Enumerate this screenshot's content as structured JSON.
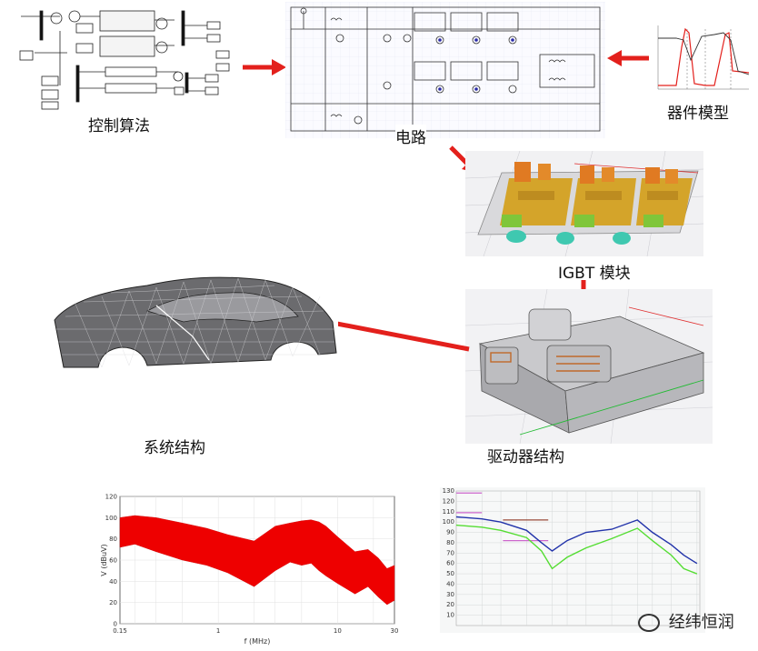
{
  "captions": {
    "control": "控制算法",
    "circuit": "电路",
    "device": "器件模型",
    "igbt": "IGBT 模块",
    "system": "系统结构",
    "driver": "驱动器结构"
  },
  "watermark": "经纬恒润",
  "colors": {
    "arrow": "#e3201c",
    "spectrum": "#ee0000",
    "limit_magenta": "#cc66cc",
    "limit_brown": "#9a4a3a",
    "trace_blue": "#2233aa",
    "trace_green": "#55dd33"
  },
  "chart_data": [
    {
      "type": "line",
      "xlabel": "f (MHz)",
      "ylabel": "V (dBuV)",
      "xscale": "log",
      "xlim": [
        0.15,
        30
      ],
      "ylim": [
        0,
        120
      ],
      "x_ticks": [
        "0.15",
        "1",
        "10",
        "30"
      ],
      "y_ticks": [
        "0",
        "20",
        "40",
        "60",
        "80",
        "100",
        "120"
      ],
      "grid": true,
      "series": [
        {
          "x": [
            0.15,
            0.2,
            0.3,
            0.5,
            0.8,
            1.2,
            2,
            3,
            4,
            5,
            6,
            7,
            8,
            10,
            14,
            18,
            22,
            26,
            30
          ],
          "upper": [
            100,
            102,
            100,
            95,
            90,
            84,
            78,
            92,
            95,
            97,
            98,
            96,
            92,
            82,
            68,
            70,
            62,
            52,
            55
          ],
          "lower": [
            72,
            75,
            68,
            60,
            55,
            48,
            35,
            50,
            58,
            55,
            57,
            50,
            45,
            38,
            28,
            35,
            25,
            18,
            22
          ]
        }
      ]
    },
    {
      "type": "line",
      "xscale": "log",
      "xlim": [
        0.15,
        108
      ],
      "ylim": [
        0,
        130
      ],
      "y_ticks": [
        "130",
        "120",
        "110",
        "100",
        "90",
        "80",
        "70",
        "60",
        "50",
        "40",
        "30",
        "20",
        "10"
      ],
      "grid": true,
      "series": [
        {
          "x": [
            0.15,
            0.3,
            0.5,
            1,
            1.5,
            2,
            3,
            5,
            10,
            20,
            30,
            50,
            70,
            100
          ],
          "y": [
            105,
            103,
            100,
            92,
            80,
            72,
            82,
            90,
            93,
            102,
            90,
            78,
            68,
            60
          ]
        },
        {
          "x": [
            0.15,
            0.3,
            0.5,
            1,
            1.5,
            2,
            3,
            5,
            10,
            20,
            30,
            50,
            70,
            100
          ],
          "y": [
            97,
            95,
            92,
            85,
            72,
            55,
            66,
            75,
            84,
            94,
            82,
            68,
            55,
            50
          ]
        }
      ],
      "limits": [
        {
          "x": [
            0.15,
            0.3
          ],
          "y": 128
        },
        {
          "x": [
            0.15,
            0.3
          ],
          "y": 109
        },
        {
          "x": [
            0.53,
            1.8
          ],
          "y": 102
        },
        {
          "x": [
            0.53,
            1.8
          ],
          "y": 82
        }
      ]
    }
  ]
}
